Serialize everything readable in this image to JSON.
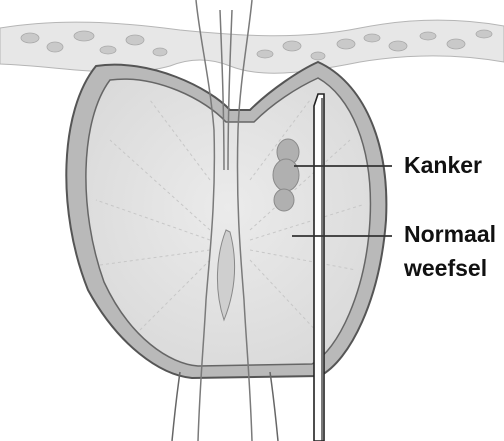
{
  "labels": {
    "cancer": "Kanker",
    "normal_line1": "Normaal",
    "normal_line2": "weefsel"
  },
  "colors": {
    "tissue_fill": "#e3e3e3",
    "capsule_fill": "#b9b9b9",
    "outline": "#555555",
    "leader_line": "#333333",
    "tumor": "#aaaaaa",
    "fat_cells": "#c9c9c9"
  }
}
